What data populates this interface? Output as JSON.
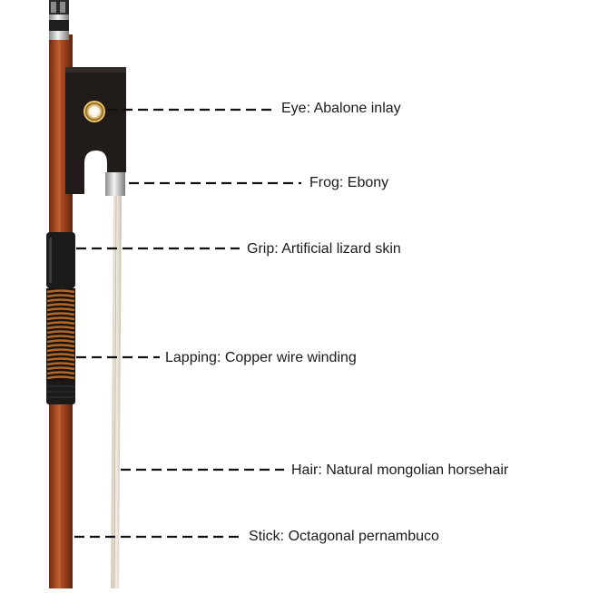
{
  "labels": {
    "eye": "Eye: Abalone inlay",
    "frog": "Frog: Ebony",
    "grip": "Grip: Artificial lizard skin",
    "lapping": "Lapping: Copper wire winding",
    "hair": "Hair: Natural mongolian horsehair",
    "stick": "Stick: Octagonal pernambuco"
  },
  "colors": {
    "stick": "#9a3f1f",
    "frog": "#1e1a18",
    "grip": "#1b1b1b",
    "lapping": "#b2682a",
    "hair": "#e6e0d3",
    "leader_line": "#111111",
    "text": "#1a1a1a"
  }
}
